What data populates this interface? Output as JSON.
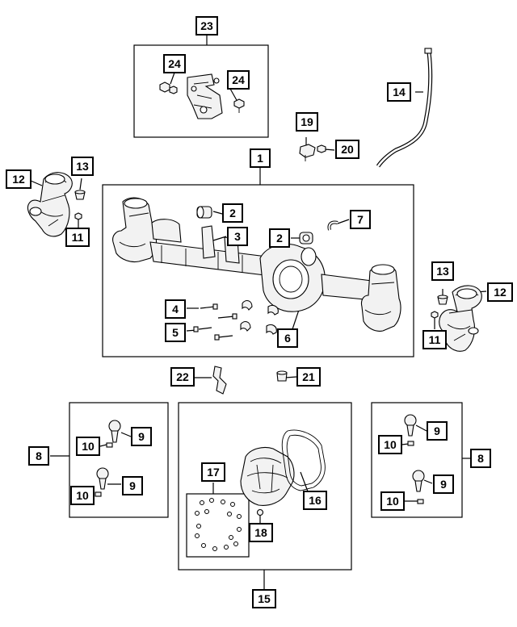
{
  "callouts": {
    "c1": "1",
    "c2a": "2",
    "c2b": "2",
    "c3": "3",
    "c4": "4",
    "c5": "5",
    "c6": "6",
    "c7": "7",
    "c8a": "8",
    "c8b": "8",
    "c9a": "9",
    "c9b": "9",
    "c9c": "9",
    "c9d": "9",
    "c10a": "10",
    "c10b": "10",
    "c10c": "10",
    "c10d": "10",
    "c11a": "11",
    "c11b": "11",
    "c12a": "12",
    "c12b": "12",
    "c13a": "13",
    "c13b": "13",
    "c14": "14",
    "c15": "15",
    "c16": "16",
    "c17": "17",
    "c18": "18",
    "c19": "19",
    "c20": "20",
    "c21": "21",
    "c22": "22",
    "c23": "23",
    "c24a": "24",
    "c24b": "24"
  }
}
